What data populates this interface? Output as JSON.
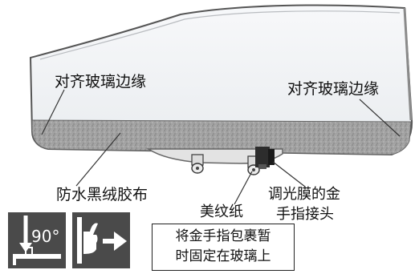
{
  "labels": {
    "align_left": "对齐玻璃边缘",
    "align_right": "对齐玻璃边缘",
    "tape": "防水黑绒胶布",
    "masking_tape": "美纹纸",
    "connector": [
      "调光膜的金",
      "手指接头"
    ],
    "note": [
      "将金手指包裹暂",
      "时固定在玻璃上"
    ],
    "angle_icon_text": "90°"
  },
  "icons": [
    "angle-90-icon",
    "hand-push-arrow-icon"
  ],
  "colors": {
    "tile_background": "#4a4a4a",
    "glass_fill": "#f2f4f6",
    "tape_band": "#9a9a9a",
    "text": "#111111"
  }
}
